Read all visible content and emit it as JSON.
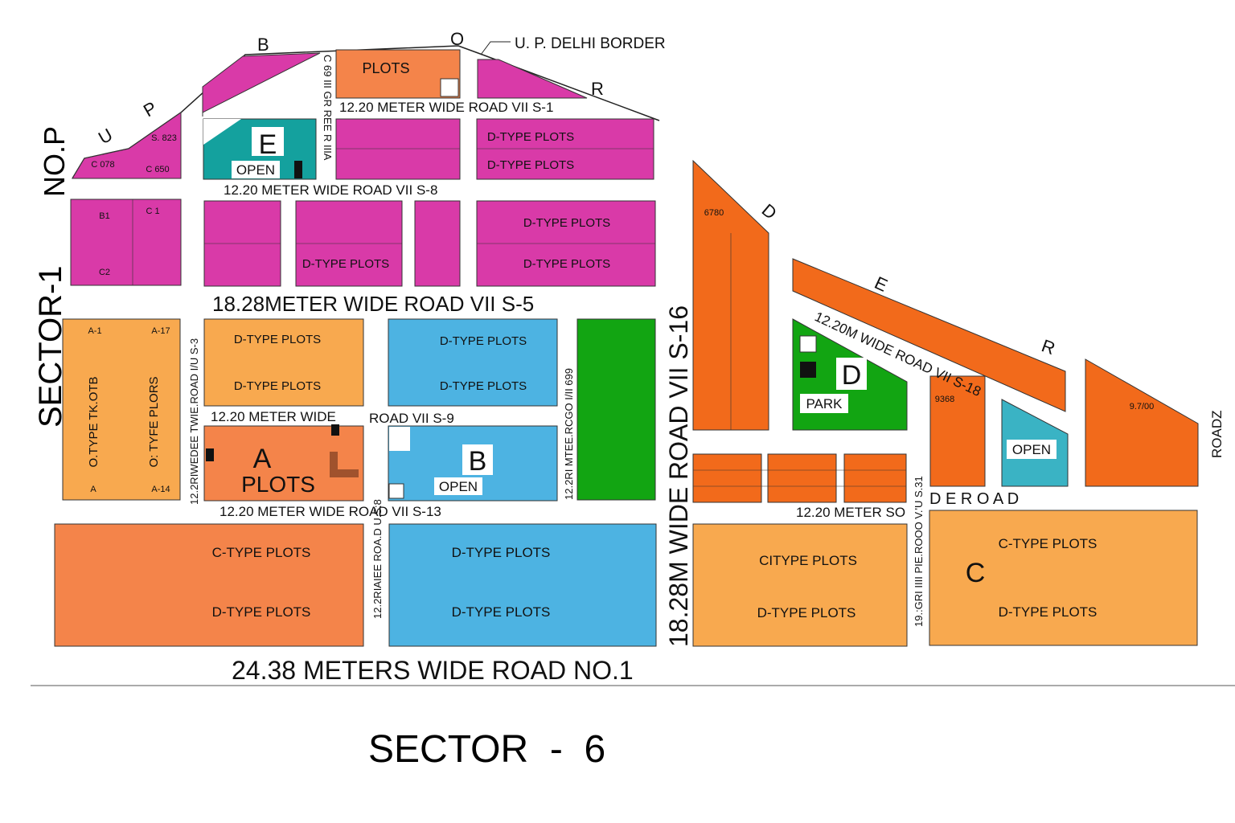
{
  "colors": {
    "magenta_plots": "#d93aa8",
    "salmon_plots": "#f4844a",
    "light_orange_plots": "#f8a94f",
    "dark_orange_plots": "#f26a1b",
    "blue_plots": "#4db3e2",
    "open_teal": "#14a19e",
    "open_cyan": "#3ab3c4",
    "park_green": "#12a512"
  },
  "border": {
    "label": "U. P. DELHI BORDER",
    "letters": [
      "U",
      "P",
      "B",
      "O",
      "R",
      "D",
      "E",
      "R"
    ]
  },
  "sectors": {
    "main": "SECTOR  -  6",
    "left": "SECTOR-1",
    "left_sub": "NO.P"
  },
  "roads": {
    "r1": "12.20 METER WIDE ROAD VII S-1",
    "r8": "12.20 METER WIDE ROAD VII S-8",
    "r5": "18.28METER WIDE ROAD VII S-5",
    "r9a": "12.20 METER WIDE",
    "r9b": "ROAD VII S-9",
    "r13": "12.20 METER WIDE ROAD VII S-13",
    "r16": "18.28M WIDE ROAD VII S-16",
    "r18": "12.20M WIDE ROAD VII S-18",
    "rso": "12.20 METER SO",
    "rde": "D E R O A D",
    "roadz": "ROADZ",
    "no1": "24.38 METERS WIDE ROAD NO.1",
    "v3": "12.2RIWEDEE TWIE.ROAD I/U S-3",
    "v8": "12.2RIAIEE ROA.D U.S:8",
    "v_green": "12.2RI MTEE.RCGO I/II 699",
    "v_s31": "19.:GRI IIII PIE.ROOO V.'U S.31",
    "v_top": "C 69 III GR REE R IIIA"
  },
  "blocks": {
    "E": {
      "letter": "E",
      "label": "OPEN"
    },
    "A": {
      "letter": "A",
      "label": "PLOTS"
    },
    "B": {
      "letter": "B",
      "label": "OPEN"
    },
    "C": {
      "letter": "C"
    },
    "D": {
      "letter": "D",
      "label": "PARK"
    },
    "open_right": "OPEN",
    "top_plots": "PLOTS"
  },
  "plot_labels": {
    "d_type": "D-TYPE PLOTS",
    "c_type": "C-TYPE PLOTS",
    "citype": "CITYPE PLOTS",
    "o_type": "O.TYPE TK.OTB",
    "o_type2": "O: TYFE PLORS",
    "a1": "A-1",
    "a17": "A-17",
    "a": "A",
    "a14": "A-14",
    "c078": "C 078",
    "c650": "C 650",
    "s823": "S. 823",
    "b1": "B1",
    "c1": "C 1",
    "c2": "C2",
    "p6780": "6780",
    "p9700": "9.7/00",
    "p9368": "9368"
  }
}
